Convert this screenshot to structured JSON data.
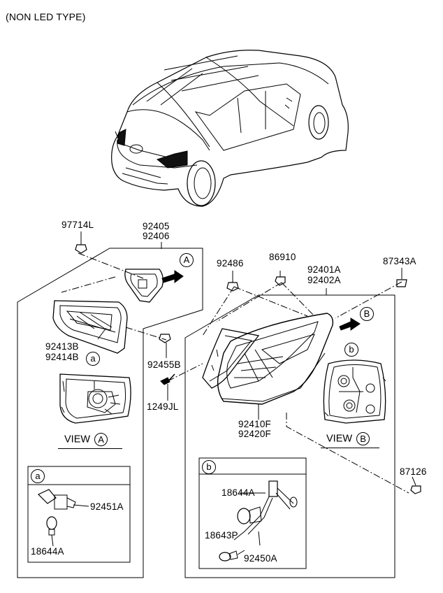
{
  "title": "(NON LED TYPE)",
  "parts": {
    "p97714L": "97714L",
    "p92405": "92405",
    "p92406": "92406",
    "p92413B": "92413B",
    "p92414B": "92414B",
    "p92455B": "92455B",
    "p1249JL": "1249JL",
    "p92486": "92486",
    "p86910": "86910",
    "p92401A": "92401A",
    "p92402A": "92402A",
    "p87343A": "87343A",
    "p92410F": "92410F",
    "p92420F": "92420F",
    "p87126": "87126",
    "p92451A": "92451A",
    "p18644A_a": "18644A",
    "p18644A_b": "18644A",
    "p18643P": "18643P",
    "p92450A": "92450A"
  },
  "callouts": {
    "A1": "A",
    "A2": "A",
    "B1": "B",
    "B2": "B",
    "a1": "a",
    "a2": "a",
    "b1": "b",
    "b2": "b"
  },
  "views": {
    "view_word": "VIEW",
    "viewA_letter": "A",
    "viewB_letter": "B"
  }
}
